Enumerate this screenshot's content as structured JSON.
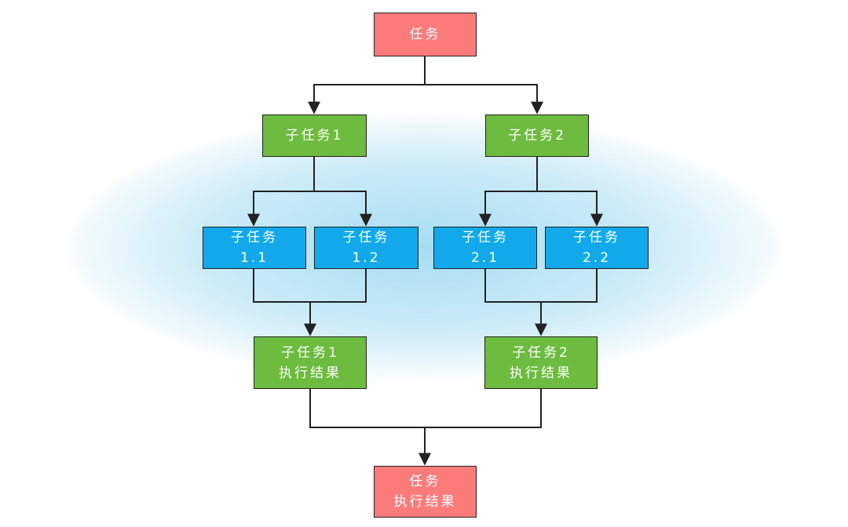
{
  "colors": {
    "root": "#fb7b7b",
    "subtask": "#6dbb3f",
    "leaf": "#12a9ea",
    "edge": "#222222"
  },
  "nodes": {
    "root": {
      "line1": "任务"
    },
    "sub1": {
      "line1": "子任务1"
    },
    "sub2": {
      "line1": "子任务2"
    },
    "leaf11": {
      "line1": "子任务",
      "line2": "1.1"
    },
    "leaf12": {
      "line1": "子任务",
      "line2": "1.2"
    },
    "leaf21": {
      "line1": "子任务",
      "line2": "2.1"
    },
    "leaf22": {
      "line1": "子任务",
      "line2": "2.2"
    },
    "res1": {
      "line1": "子任务1",
      "line2": "执行结果"
    },
    "res2": {
      "line1": "子任务2",
      "line2": "执行结果"
    },
    "final": {
      "line1": "任务",
      "line2": "执行结果"
    }
  },
  "edges": [
    {
      "from": "root",
      "to": "sub1"
    },
    {
      "from": "root",
      "to": "sub2"
    },
    {
      "from": "sub1",
      "to": "leaf11"
    },
    {
      "from": "sub1",
      "to": "leaf12"
    },
    {
      "from": "sub2",
      "to": "leaf21"
    },
    {
      "from": "sub2",
      "to": "leaf22"
    },
    {
      "from": "leaf11",
      "to": "res1"
    },
    {
      "from": "leaf12",
      "to": "res1"
    },
    {
      "from": "leaf21",
      "to": "res2"
    },
    {
      "from": "leaf22",
      "to": "res2"
    },
    {
      "from": "res1",
      "to": "final"
    },
    {
      "from": "res2",
      "to": "final"
    }
  ]
}
